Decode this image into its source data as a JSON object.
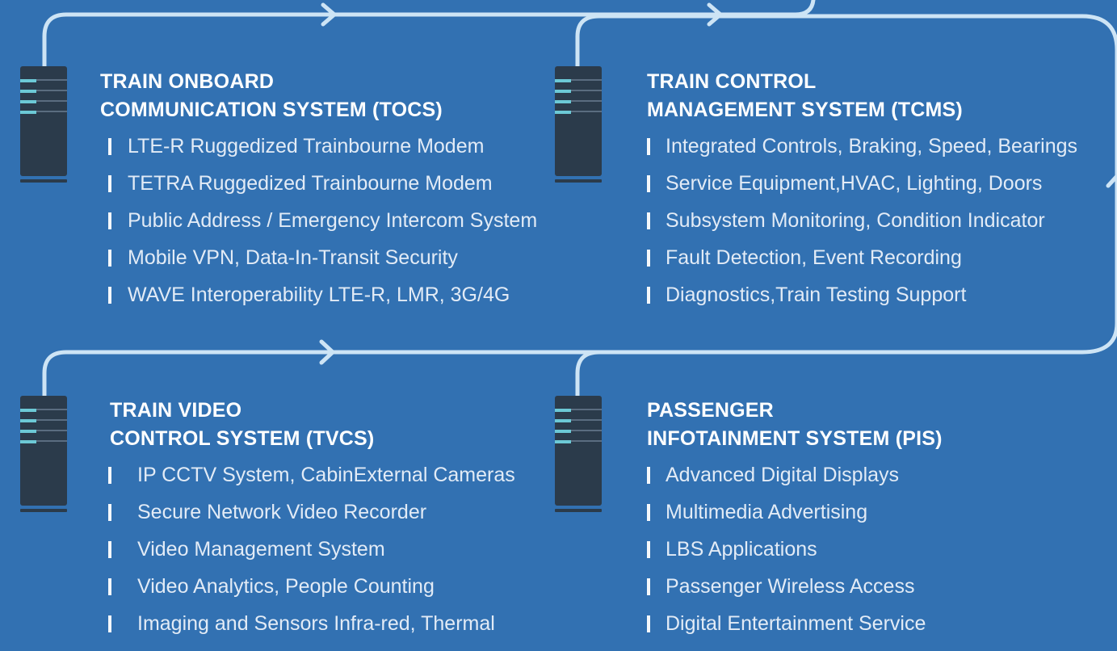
{
  "systems": [
    {
      "title_line1": "TRAIN ONBOARD",
      "title_line2": "COMMUNICATION SYSTEM (TOCS)",
      "items": [
        "LTE-R Ruggedized Trainbourne Modem",
        "TETRA Ruggedized Trainbourne Modem",
        "Public Address / Emergency Intercom System",
        "Mobile VPN, Data-In-Transit Security",
        "WAVE Interoperability LTE-R, LMR, 3G/4G"
      ]
    },
    {
      "title_line1": "TRAIN CONTROL",
      "title_line2": "MANAGEMENT SYSTEM (TCMS)",
      "items": [
        "Integrated Controls, Braking, Speed, Bearings",
        "Service Equipment,HVAC, Lighting, Doors",
        "Subsystem Monitoring, Condition Indicator",
        "Fault Detection, Event Recording",
        "Diagnostics,Train Testing Support"
      ]
    },
    {
      "title_line1": "TRAIN VIDEO",
      "title_line2": "CONTROL SYSTEM (TVCS)",
      "items": [
        "IP CCTV System, CabinExternal Cameras",
        "Secure Network Video Recorder",
        "Video Management System",
        "Video Analytics, People Counting",
        "Imaging and Sensors Infra-red, Thermal"
      ]
    },
    {
      "title_line1": "PASSENGER",
      "title_line2": "INFOTAINMENT SYSTEM (PIS)",
      "items": [
        "Advanced Digital Displays",
        "Multimedia Advertising",
        "LBS Applications",
        "Passenger Wireless Access",
        "Digital Entertainment Service"
      ]
    }
  ],
  "colors": {
    "background": "#3271b2",
    "connector": "#cde4f5",
    "server_body": "#2b3b4b",
    "server_led": "#6cc9d6"
  }
}
